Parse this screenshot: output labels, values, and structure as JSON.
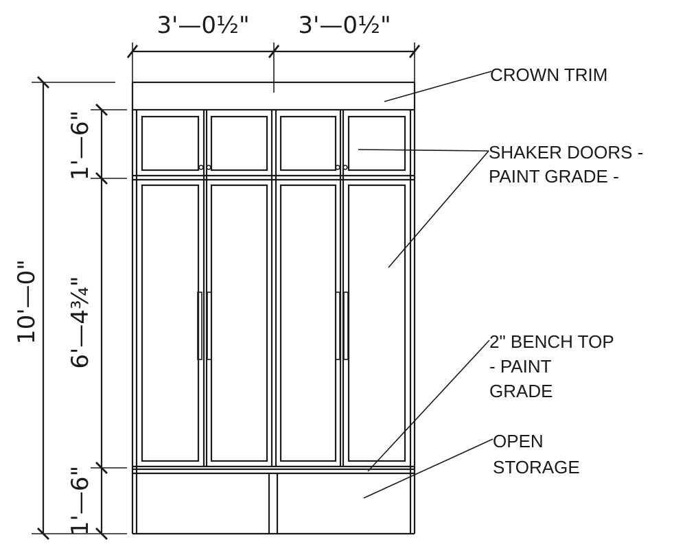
{
  "dimensions": {
    "width_left": "3'—0½\"",
    "width_right": "3'—0½\"",
    "total_height": "10'—0\"",
    "upper_height": "1'—6\"",
    "middle_height": "6'—4¾\"",
    "lower_height": "1'—6\""
  },
  "callouts": {
    "crown_trim": "CROWN TRIM",
    "shaker_doors_line1": "SHAKER DOORS -",
    "shaker_doors_line2": "PAINT GRADE -",
    "bench_top_line1": "2\" BENCH TOP",
    "bench_top_line2": "- PAINT",
    "bench_top_line3": "GRADE",
    "open_storage_line1": "OPEN",
    "open_storage_line2": "STORAGE"
  }
}
